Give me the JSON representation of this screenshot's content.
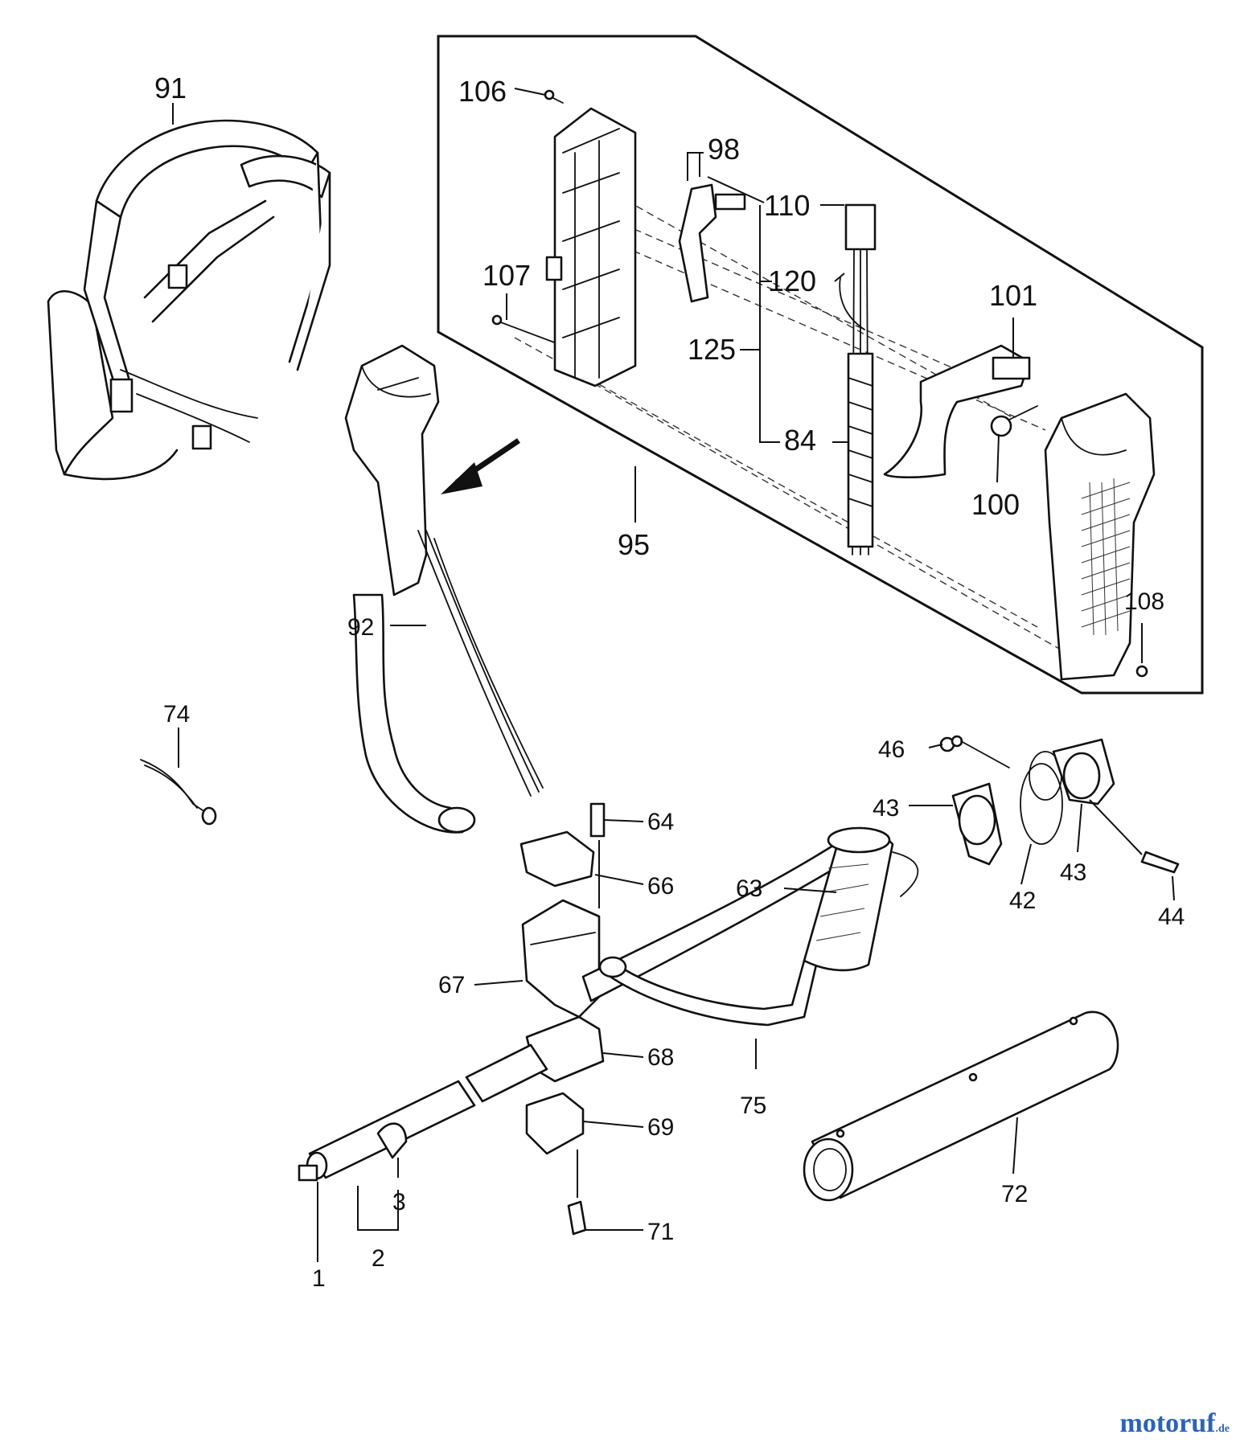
{
  "watermark": {
    "main": "motoruf",
    "suffix": ".de"
  },
  "colors": {
    "ink": "#111111",
    "paper": "#ffffff",
    "brand_blue": "#2b63b8",
    "brand_orange": "#d08a16"
  },
  "parts": [
    {
      "id": "p1",
      "label": "1"
    },
    {
      "id": "p2",
      "label": "2"
    },
    {
      "id": "p3",
      "label": "3"
    },
    {
      "id": "p42",
      "label": "42"
    },
    {
      "id": "p43a",
      "label": "43"
    },
    {
      "id": "p43b",
      "label": "43"
    },
    {
      "id": "p44",
      "label": "44"
    },
    {
      "id": "p46",
      "label": "46"
    },
    {
      "id": "p63",
      "label": "63"
    },
    {
      "id": "p64",
      "label": "64"
    },
    {
      "id": "p66",
      "label": "66"
    },
    {
      "id": "p67",
      "label": "67"
    },
    {
      "id": "p68",
      "label": "68"
    },
    {
      "id": "p69",
      "label": "69"
    },
    {
      "id": "p71",
      "label": "71"
    },
    {
      "id": "p72",
      "label": "72"
    },
    {
      "id": "p74",
      "label": "74"
    },
    {
      "id": "p75",
      "label": "75"
    },
    {
      "id": "p84",
      "label": "84"
    },
    {
      "id": "p91",
      "label": "91"
    },
    {
      "id": "p92",
      "label": "92"
    },
    {
      "id": "p95",
      "label": "95"
    },
    {
      "id": "p98",
      "label": "98"
    },
    {
      "id": "p100",
      "label": "100"
    },
    {
      "id": "p101",
      "label": "101"
    },
    {
      "id": "p106",
      "label": "106"
    },
    {
      "id": "p107",
      "label": "107"
    },
    {
      "id": "p108",
      "label": "108"
    },
    {
      "id": "p110",
      "label": "110"
    },
    {
      "id": "p120",
      "label": "120"
    },
    {
      "id": "p125",
      "label": "125"
    }
  ]
}
